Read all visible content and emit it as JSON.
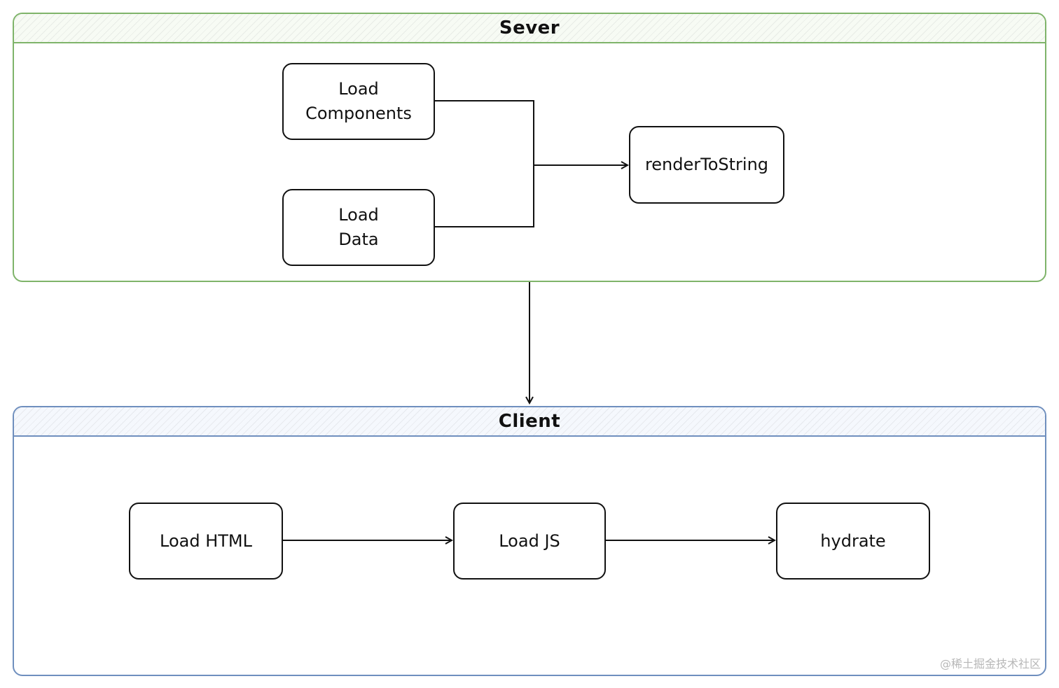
{
  "server": {
    "title": "Sever",
    "nodes": {
      "load_components": "Load\nComponents",
      "load_data": "Load\nData",
      "render_to_string": "renderToString"
    }
  },
  "client": {
    "title": "Client",
    "nodes": {
      "load_html": "Load HTML",
      "load_js": "Load JS",
      "hydrate": "hydrate"
    }
  },
  "watermark": "@稀土掘金技术社区",
  "colors": {
    "server_border": "#7fb46a",
    "client_border": "#6f8fbe",
    "node_border": "#111111"
  }
}
